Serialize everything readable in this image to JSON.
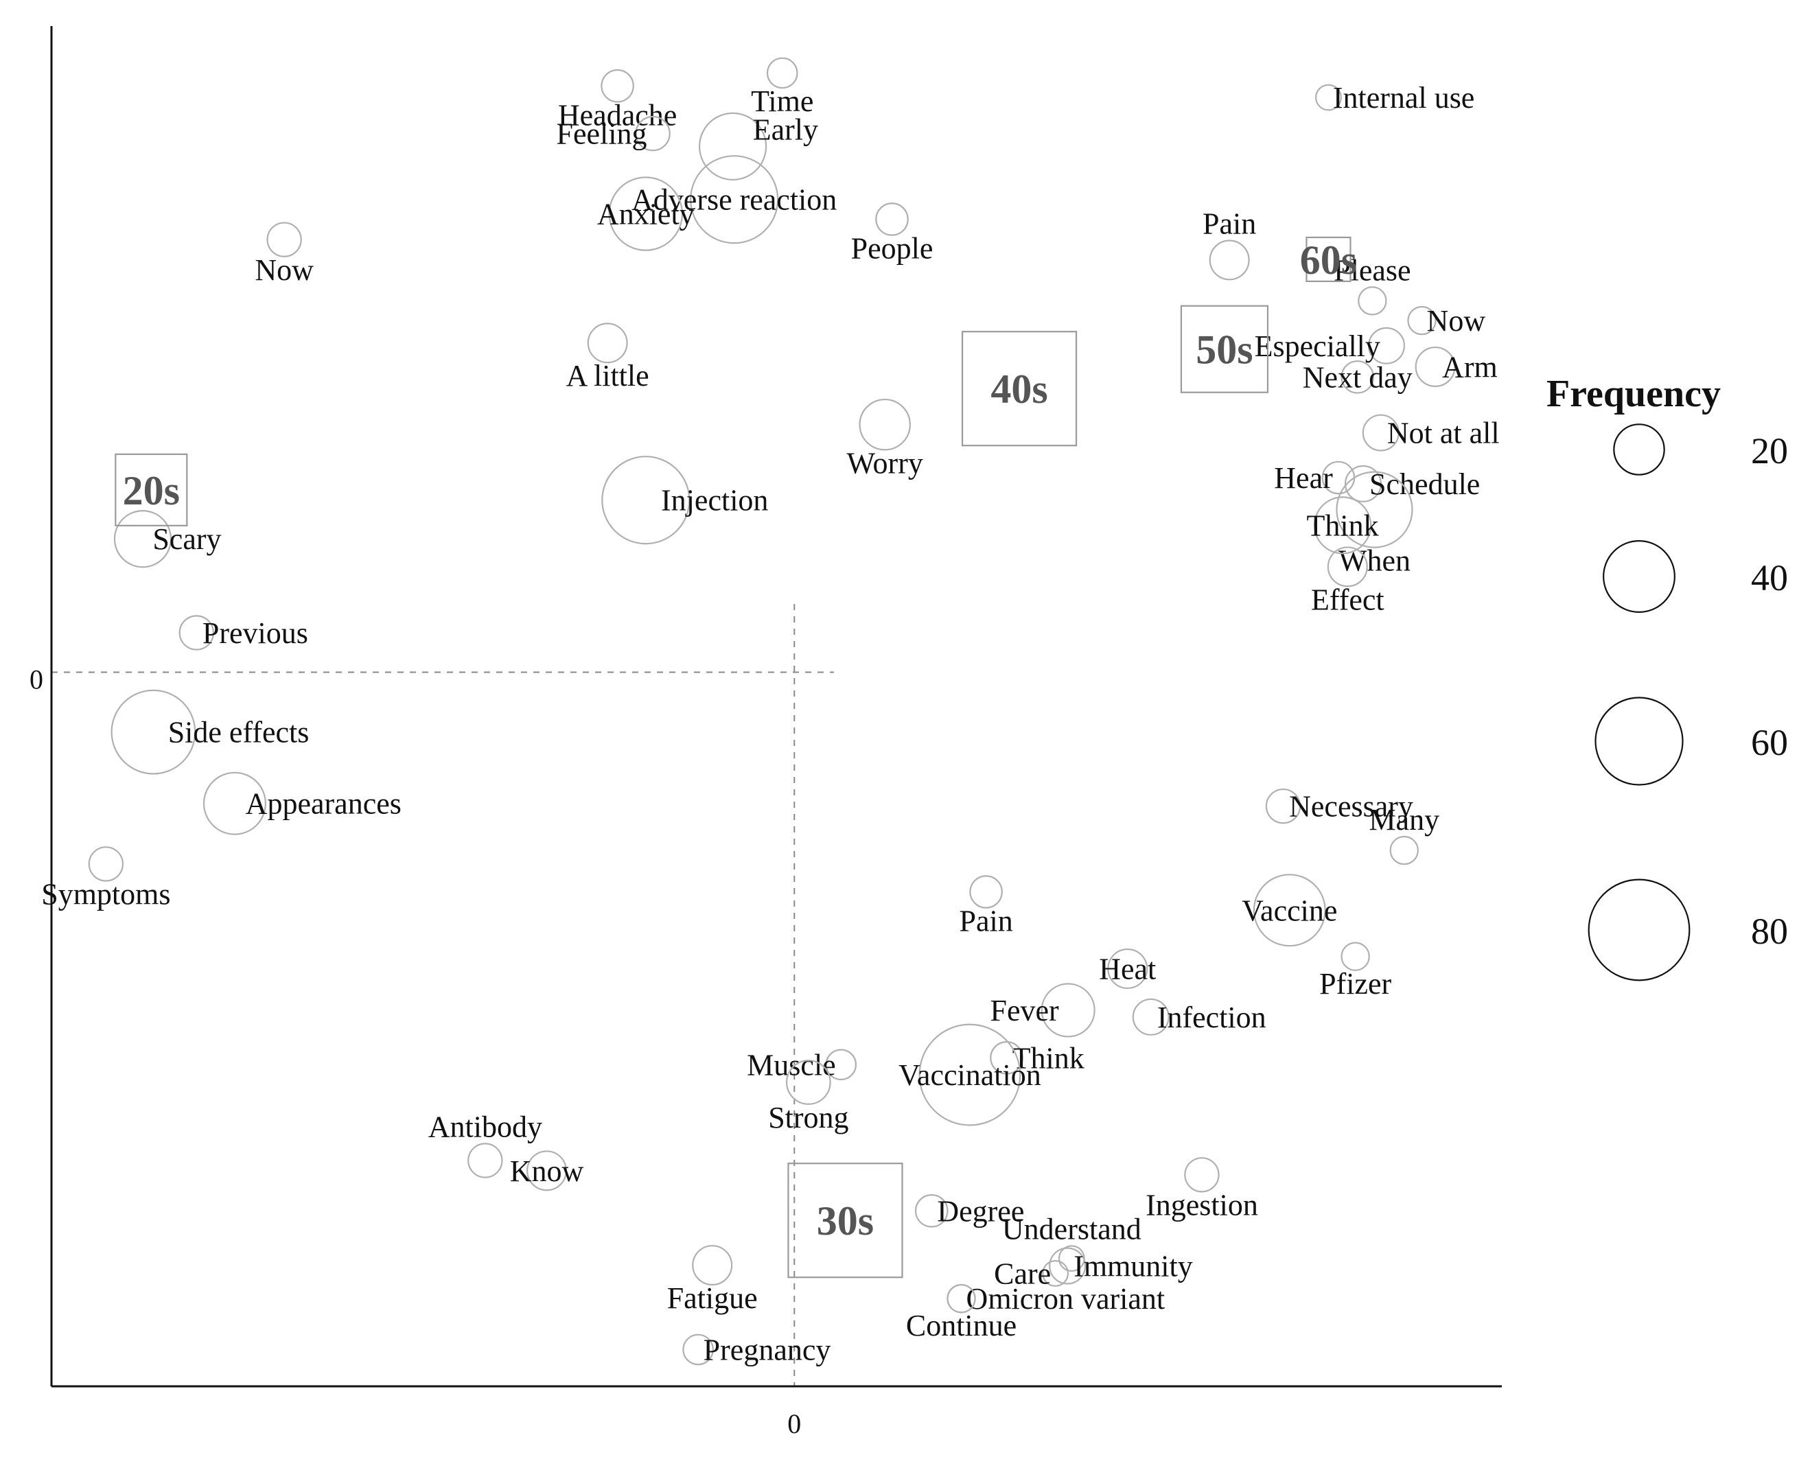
{
  "chart_data": {
    "type": "scatter",
    "title": "",
    "xlabel": "",
    "ylabel": "",
    "xlim": [
      -1.05,
      1.0
    ],
    "ylim": [
      -1.05,
      0.95
    ],
    "x_ticks": [
      {
        "value": 0,
        "label": "0"
      }
    ],
    "y_ticks": [
      {
        "value": 0,
        "label": "0"
      }
    ],
    "reference_lines": {
      "x": 0,
      "y": 0,
      "style": "dashed"
    },
    "grid": false,
    "points": [
      {
        "word": "Time",
        "x": -0.017,
        "y": 0.881,
        "freq": 7,
        "label_pos": "below"
      },
      {
        "word": "Headache",
        "x": -0.25,
        "y": 0.862,
        "freq": 8,
        "label_pos": "below"
      },
      {
        "word": "Early",
        "x": -0.087,
        "y": 0.773,
        "freq": 35,
        "label_pos": "top-right"
      },
      {
        "word": "Feeling",
        "x": -0.2,
        "y": 0.792,
        "freq": 9,
        "label_pos": "left"
      },
      {
        "word": "Adverse reaction",
        "x": -0.085,
        "y": 0.695,
        "freq": 60,
        "label_pos": "center"
      },
      {
        "word": "Anxiety",
        "x": -0.21,
        "y": 0.674,
        "freq": 42,
        "label_pos": "center"
      },
      {
        "word": "People",
        "x": 0.138,
        "y": 0.666,
        "freq": 8,
        "label_pos": "below"
      },
      {
        "word": "Now",
        "x": -0.721,
        "y": 0.636,
        "freq": 9,
        "label_pos": "below"
      },
      {
        "word": "A little",
        "x": -0.264,
        "y": 0.484,
        "freq": 12,
        "label_pos": "below"
      },
      {
        "word": "Worry",
        "x": 0.128,
        "y": 0.364,
        "freq": 20,
        "label_pos": "below"
      },
      {
        "word": "Injection",
        "x": -0.21,
        "y": 0.253,
        "freq": 60,
        "label_pos": "right"
      },
      {
        "word": "Scary",
        "x": -0.921,
        "y": 0.196,
        "freq": 25,
        "label_pos": "right"
      },
      {
        "word": "Previous",
        "x": -0.845,
        "y": 0.058,
        "freq": 9,
        "label_pos": "right"
      },
      {
        "word": "Side effects",
        "x": -0.906,
        "y": -0.088,
        "freq": 55,
        "label_pos": "right"
      },
      {
        "word": "Appearances",
        "x": -0.791,
        "y": -0.193,
        "freq": 30,
        "label_pos": "right"
      },
      {
        "word": "Symptoms",
        "x": -0.973,
        "y": -0.282,
        "freq": 9,
        "label_pos": "below"
      },
      {
        "word": "Internal use",
        "x": 0.755,
        "y": 0.845,
        "freq": 5,
        "label_pos": "right"
      },
      {
        "word": "Pain",
        "x": 0.615,
        "y": 0.606,
        "freq": 12,
        "label_pos": "above"
      },
      {
        "word": "Please",
        "x": 0.817,
        "y": 0.546,
        "freq": 6,
        "label_pos": "above"
      },
      {
        "word": "Now",
        "x": 0.887,
        "y": 0.517,
        "freq": 6,
        "label_pos": "right"
      },
      {
        "word": "Especially",
        "x": 0.837,
        "y": 0.48,
        "freq": 10,
        "label_pos": "left"
      },
      {
        "word": "Next day",
        "x": 0.796,
        "y": 0.434,
        "freq": 8,
        "label_pos": "center"
      },
      {
        "word": "Arm",
        "x": 0.906,
        "y": 0.449,
        "freq": 12,
        "label_pos": "right"
      },
      {
        "word": "Not at all",
        "x": 0.829,
        "y": 0.352,
        "freq": 10,
        "label_pos": "right"
      },
      {
        "word": "Hear",
        "x": 0.769,
        "y": 0.286,
        "freq": 8,
        "label_pos": "left"
      },
      {
        "word": "Schedule",
        "x": 0.804,
        "y": 0.277,
        "freq": 10,
        "label_pos": "right"
      },
      {
        "word": "When",
        "x": 0.82,
        "y": 0.239,
        "freq": 45,
        "label_pos": "below"
      },
      {
        "word": "Think",
        "x": 0.775,
        "y": 0.216,
        "freq": 25,
        "label_pos": "center"
      },
      {
        "word": "Effect",
        "x": 0.782,
        "y": 0.155,
        "freq": 12,
        "label_pos": "below"
      },
      {
        "word": "Necessary",
        "x": 0.691,
        "y": -0.197,
        "freq": 9,
        "label_pos": "right"
      },
      {
        "word": "Many",
        "x": 0.862,
        "y": -0.262,
        "freq": 6,
        "label_pos": "above"
      },
      {
        "word": "Vaccine",
        "x": 0.7,
        "y": -0.35,
        "freq": 40,
        "label_pos": "center"
      },
      {
        "word": "Pfizer",
        "x": 0.793,
        "y": -0.418,
        "freq": 6,
        "label_pos": "below"
      },
      {
        "word": "Pain",
        "x": 0.271,
        "y": -0.323,
        "freq": 8,
        "label_pos": "below"
      },
      {
        "word": "Heat",
        "x": 0.471,
        "y": -0.436,
        "freq": 12,
        "label_pos": "center"
      },
      {
        "word": "Fever",
        "x": 0.387,
        "y": -0.497,
        "freq": 22,
        "label_pos": "left"
      },
      {
        "word": "Infection",
        "x": 0.504,
        "y": -0.507,
        "freq": 10,
        "label_pos": "right"
      },
      {
        "word": "Think",
        "x": 0.3,
        "y": -0.567,
        "freq": 8,
        "label_pos": "right"
      },
      {
        "word": "Vaccination",
        "x": 0.248,
        "y": -0.592,
        "freq": 80,
        "label_pos": "center"
      },
      {
        "word": "Muscle",
        "x": 0.066,
        "y": -0.577,
        "freq": 7,
        "label_pos": "left"
      },
      {
        "word": "Strong",
        "x": 0.02,
        "y": -0.603,
        "freq": 15,
        "label_pos": "below"
      },
      {
        "word": "Antibody",
        "x": -0.437,
        "y": -0.718,
        "freq": 9,
        "label_pos": "above"
      },
      {
        "word": "Know",
        "x": -0.35,
        "y": -0.733,
        "freq": 12,
        "label_pos": "center"
      },
      {
        "word": "Ingestion",
        "x": 0.576,
        "y": -0.739,
        "freq": 9,
        "label_pos": "below"
      },
      {
        "word": "Degree",
        "x": 0.194,
        "y": -0.792,
        "freq": 8,
        "label_pos": "right"
      },
      {
        "word": "Understand",
        "x": 0.392,
        "y": -0.862,
        "freq": 5,
        "label_pos": "above"
      },
      {
        "word": "Immunity",
        "x": 0.386,
        "y": -0.873,
        "freq": 10,
        "label_pos": "right"
      },
      {
        "word": "Care",
        "x": 0.369,
        "y": -0.884,
        "freq": 5,
        "label_pos": "left"
      },
      {
        "word": "Fatigue",
        "x": -0.116,
        "y": -0.872,
        "freq": 12,
        "label_pos": "below"
      },
      {
        "word": "Omicron variant",
        "x": 0.236,
        "y": -0.921,
        "freq": 6,
        "label_pos": "right"
      },
      {
        "word": "Continue",
        "x": 0.236,
        "y": -0.921,
        "freq": 6,
        "label_pos": "below"
      },
      {
        "word": "Pregnancy",
        "x": -0.136,
        "y": -0.996,
        "freq": 7,
        "label_pos": "right"
      }
    ],
    "groups": [
      {
        "label": "20s",
        "x": -0.909,
        "y": 0.268,
        "size": "small"
      },
      {
        "label": "30s",
        "x": 0.072,
        "y": -0.806,
        "size": "large"
      },
      {
        "label": "40s",
        "x": 0.318,
        "y": 0.417,
        "size": "large"
      },
      {
        "label": "50s",
        "x": 0.608,
        "y": 0.475,
        "size": "medium"
      },
      {
        "label": "60s",
        "x": 0.755,
        "y": 0.607,
        "size": "tiny"
      }
    ],
    "legend": {
      "title": "Frequency",
      "placement": "right",
      "entries": [
        20,
        40,
        60,
        80
      ]
    }
  }
}
